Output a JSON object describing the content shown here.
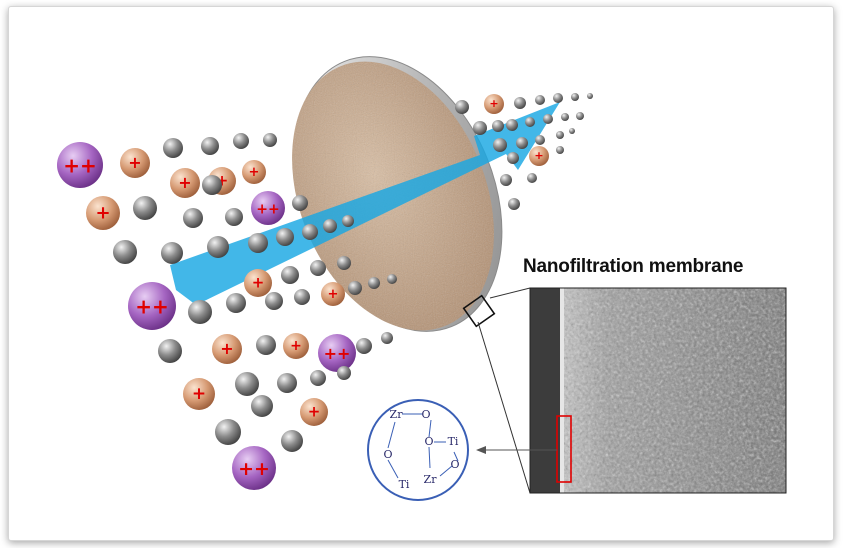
{
  "title": "Nanofiltration membrane",
  "ion_symbols": {
    "divalent": "++",
    "monovalent": "+"
  },
  "structure_labels": [
    "Zr",
    "O",
    "O",
    "Ti",
    "O",
    "Zr",
    "O",
    "Ti"
  ],
  "colors": {
    "divalent_ion": "#9a59b5",
    "monovalent_ion": "#c98f6a",
    "neutral": "#888888",
    "charge_sign": "#e00000",
    "arrow": "#18a7e3",
    "membrane": "#c8a888",
    "structure_circle": "#3a5fb5"
  }
}
